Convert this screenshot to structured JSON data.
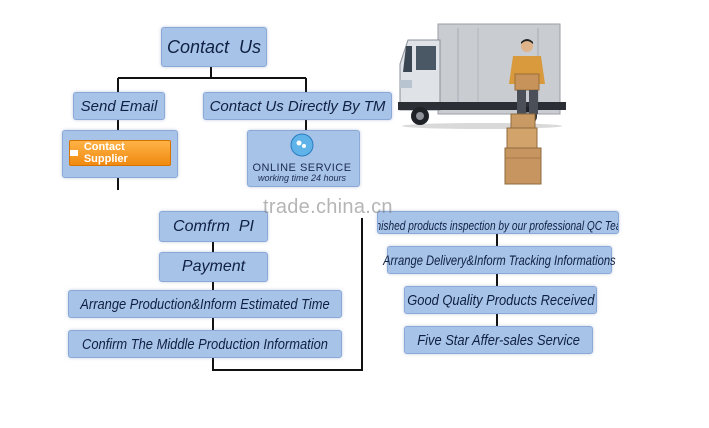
{
  "nodes": {
    "contact_us": "Contact  Us",
    "send_email": "Send Email",
    "contact_tm": "Contact Us Directly By TM",
    "contact_supplier": "Contact Supplier",
    "online_service": "ONLINE SERVICE",
    "working_time": "working time 24 hours",
    "confirm_pi": "Comfrm  PI",
    "payment": "Payment",
    "arrange_production": "Arrange Production&Inform Estimated Time",
    "confirm_middle": "Confirm The Middle Production Information",
    "finished_inspection": "Finished products inspection by our professional QC Team",
    "arrange_delivery": "Arrange Delivery&Inform Tracking Informations",
    "good_quality": "Good Quality Products Received",
    "five_star": "Five Star Affer-sales Service"
  },
  "watermark": "trade.china.cn",
  "icons": [
    "mail-icon",
    "chat-bubble-icon",
    "delivery-truck-photo",
    "courier-person-photo",
    "cardboard-boxes-photo"
  ],
  "colors": {
    "box_fill": "#a8c3e8",
    "box_text": "#0f2142",
    "connector": "#111111",
    "button": "#f08a10"
  }
}
